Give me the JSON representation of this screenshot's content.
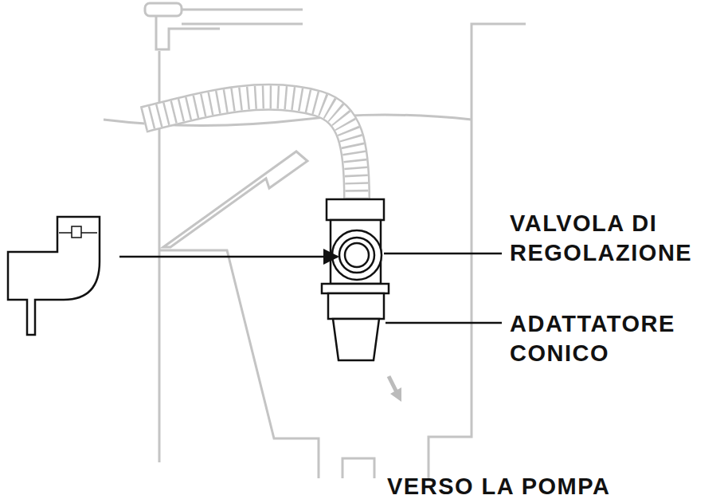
{
  "diagram": {
    "labels": [
      "VALVOLA DI REGOLAZIONE",
      "ADATTATORE CONICO",
      "VERSO LA POMPA"
    ]
  }
}
